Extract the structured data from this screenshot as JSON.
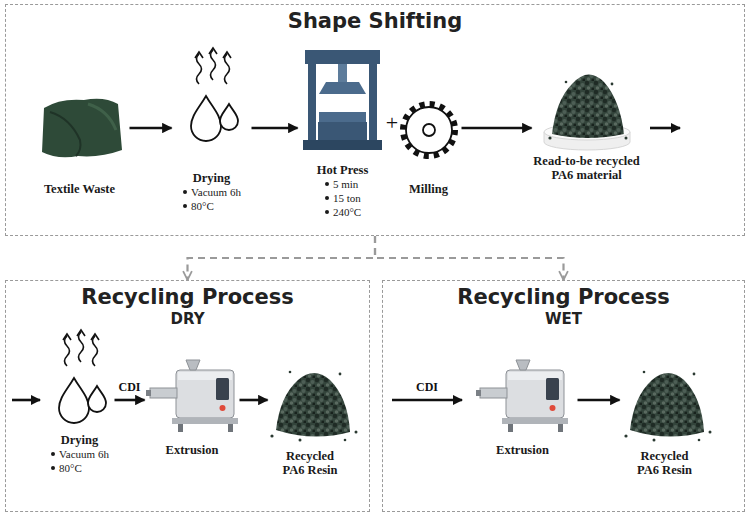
{
  "diagram": {
    "nodes": [
      {
        "text": [
          "Shape Shifting"
        ]
      },
      {
        "text": [
          "Textile Waste"
        ],
        "in": 0
      },
      {
        "text": [
          "Drying",
          "Vacuum 6h",
          "80°C"
        ],
        "in": 0
      },
      {
        "text": [
          "Hot Press",
          "5 min",
          "15 ton",
          "240°C"
        ],
        "in": 0
      },
      {
        "text": [
          "Milling"
        ],
        "in": 0
      },
      {
        "text": [
          "Read-to-be recycled PA6 material"
        ],
        "in": 0
      },
      {
        "text": [
          "Recycling Process",
          "DRY"
        ]
      },
      {
        "text": [
          "Drying",
          "Vacuum 6h",
          "80°C"
        ],
        "in": 6
      },
      {
        "text": [
          "Extrusion"
        ],
        "in": 6
      },
      {
        "text": [
          "Recycled PA6 Resin"
        ],
        "in": 6
      },
      {
        "text": [
          "Recycling Process",
          "WET"
        ]
      },
      {
        "text": [
          "Extrusion"
        ],
        "in": 10
      },
      {
        "text": [
          "Recycled PA6 Resin"
        ],
        "in": 10
      }
    ],
    "edges": [
      {
        "from": 1,
        "to": 2,
        "arrow": "to"
      },
      {
        "from": 2,
        "to": 3,
        "arrow": "to"
      },
      {
        "from": 4,
        "to": 5,
        "arrow": "to"
      },
      {
        "from": 0,
        "to": 6,
        "arrow": "to"
      },
      {
        "from": 0,
        "to": 10,
        "arrow": "to"
      },
      {
        "from": 7,
        "to": 8,
        "label": "CDI",
        "arrow": "to"
      },
      {
        "from": 8,
        "to": 9,
        "arrow": "to"
      },
      {
        "from": 11,
        "to": 12,
        "arrow": "to"
      }
    ],
    "labels": [
      "+",
      "CDI"
    ]
  }
}
